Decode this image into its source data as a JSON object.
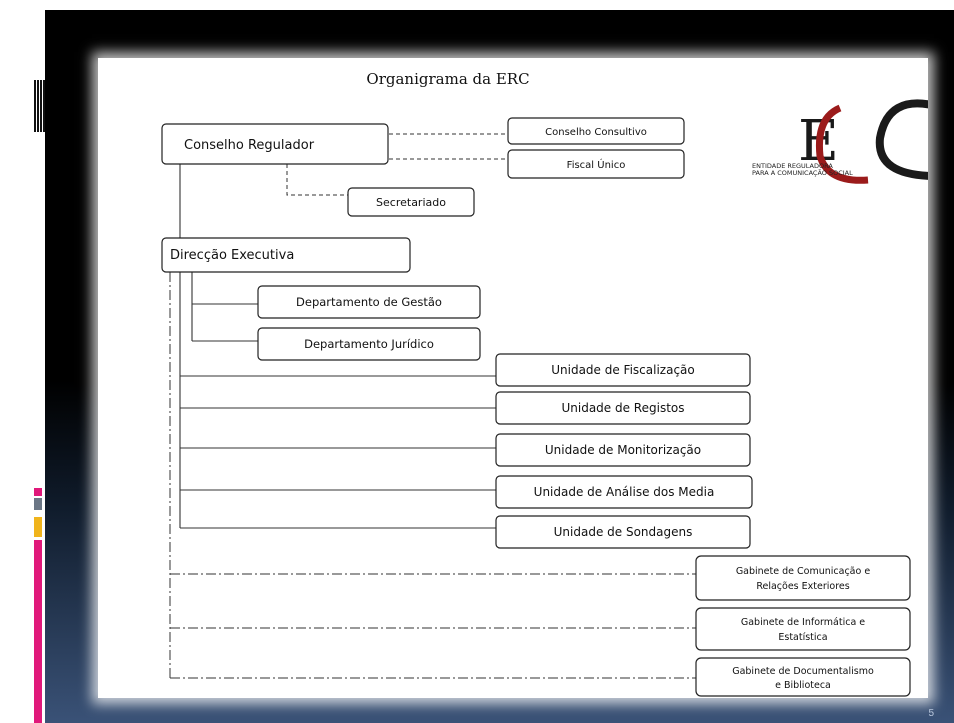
{
  "title": "Organigrama da ERC",
  "logo": {
    "letters": "ERC",
    "line1": "ENTIDADE REGULADORA",
    "line2": "PARA A COMUNICAÇÃO SOCIAL",
    "accent": "#9b1b1b"
  },
  "nodes": {
    "conselho_regulador": "Conselho Regulador",
    "conselho_consultivo": "Conselho Consultivo",
    "fiscal_unico": "Fiscal Único",
    "secretariado": "Secretariado",
    "direccao_executiva": "Direcção Executiva",
    "dep_gestao": "Departamento de Gestão",
    "dep_juridico": "Departamento Jurídico",
    "un_fiscalizacao": "Unidade de Fiscalização",
    "un_registos": "Unidade de Registos",
    "un_monitorizacao": "Unidade de Monitorização",
    "un_analise": "Unidade de Análise dos Media",
    "un_sondagens": "Unidade de Sondagens",
    "gab_com_l1": "Gabinete de Comunicação e",
    "gab_com_l2": "Relações Exteriores",
    "gab_inf_l1": "Gabinete de Informática e",
    "gab_inf_l2": "Estatística",
    "gab_doc_l1": "Gabinete de Documentalismo",
    "gab_doc_l2": "e Biblioteca"
  },
  "page_number": "5",
  "colors": {
    "sidebar_pink": "#e0187a",
    "sidebar_yellow": "#f0b41c",
    "sidebar_gray": "#6b7685",
    "background_dark": "#000000",
    "background_blue": "#3a5277"
  }
}
